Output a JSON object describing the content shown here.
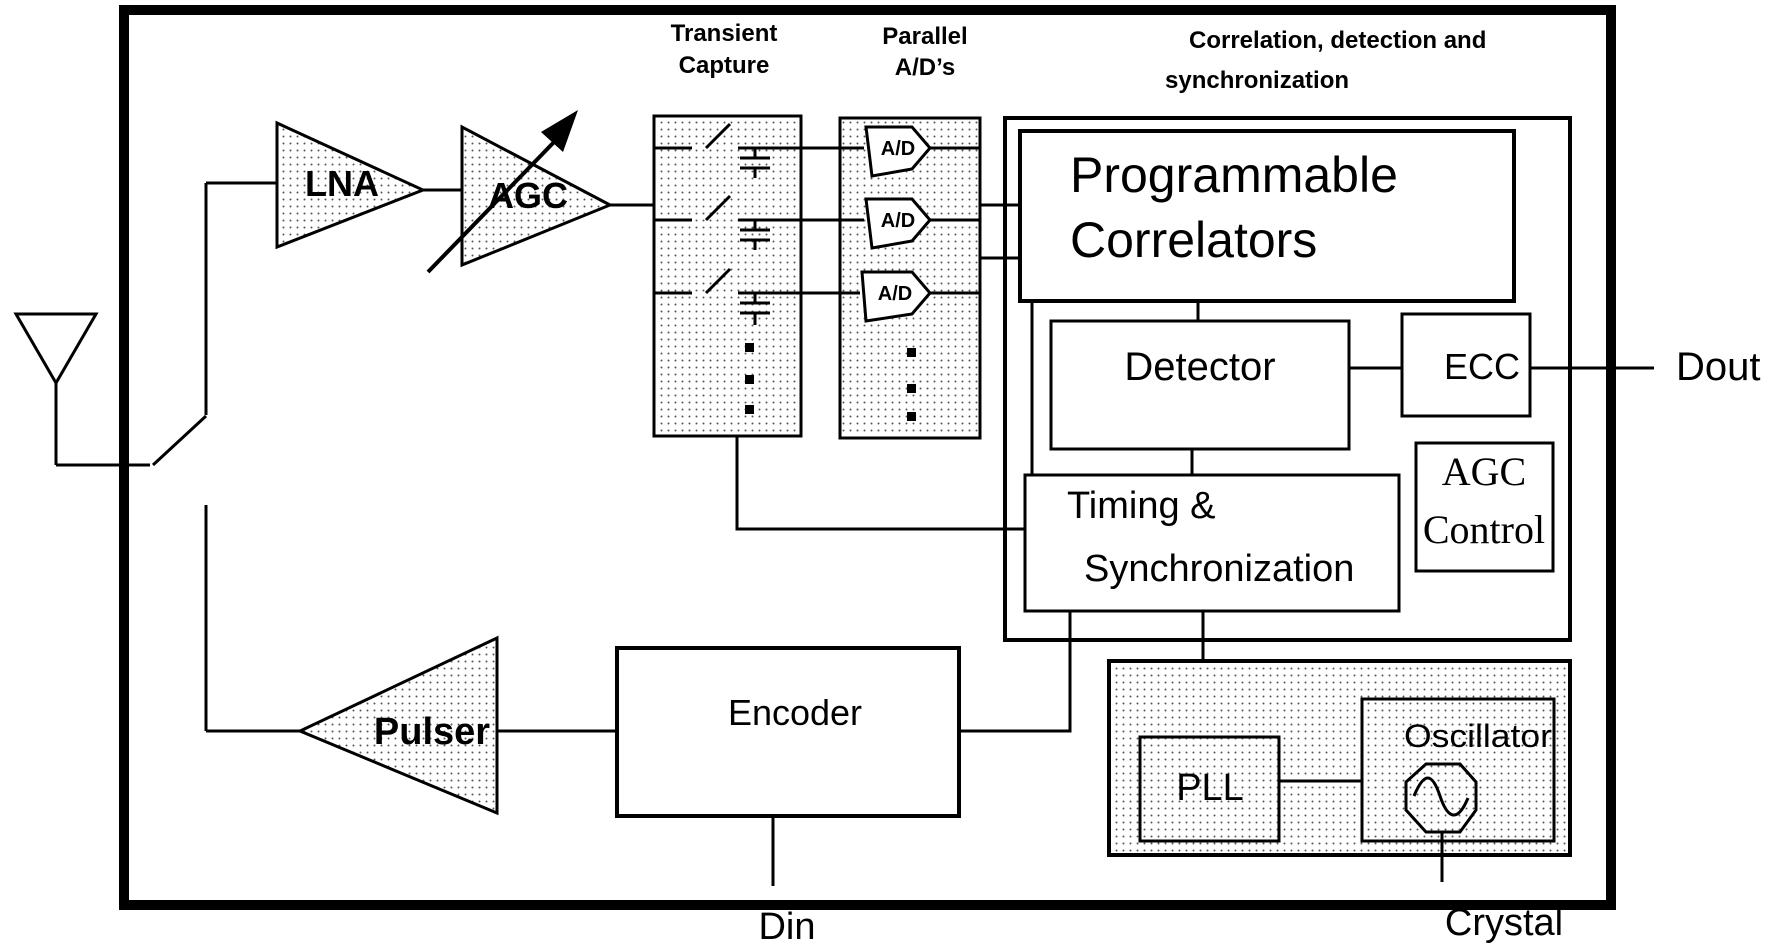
{
  "headings": {
    "transient_capture": [
      "Transient",
      "Capture"
    ],
    "parallel_ad": [
      "Parallel",
      "A/D’s"
    ],
    "correlation": [
      "Correlation, detection and",
      "synchronization"
    ]
  },
  "blocks": {
    "lna": "LNA",
    "agc": "AGC",
    "ad_label": "A/D",
    "programmable_correlators": [
      "Programmable",
      "Correlators"
    ],
    "detector": "Detector",
    "ecc": "ECC",
    "agc_control": [
      "AGC",
      "Control"
    ],
    "timing_sync": [
      "Timing &",
      "Synchronization"
    ],
    "encoder": "Encoder",
    "pulser": "Pulser",
    "pll": "PLL",
    "oscillator": "Oscillator"
  },
  "ports": {
    "dout": "Dout",
    "din": "Din",
    "crystal": "Crystal"
  },
  "colors": {
    "line": "#000000",
    "dot_fill": "#555555",
    "background": "#ffffff"
  }
}
